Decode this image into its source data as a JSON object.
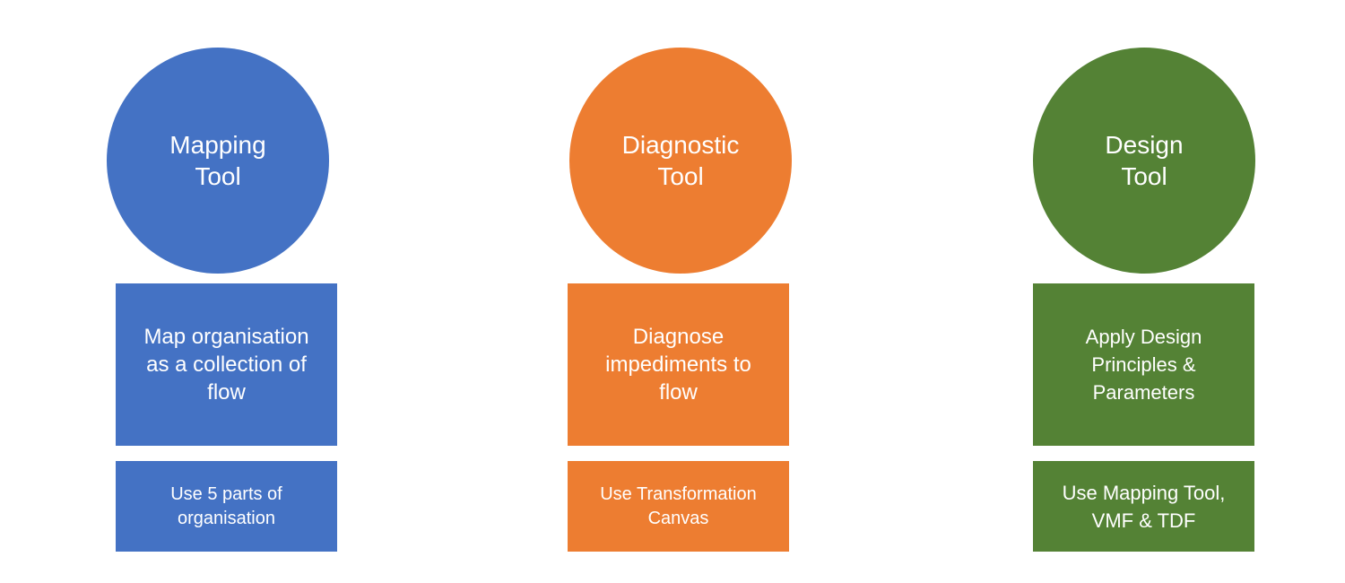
{
  "columns": [
    {
      "circle_lines": [
        "Mapping",
        "Tool"
      ],
      "middle_lines": [
        "Map organisation",
        "as a collection of",
        "flow"
      ],
      "bottom_lines": [
        "Use 5 parts of",
        "organisation"
      ],
      "color": "#4472c4"
    },
    {
      "circle_lines": [
        "Diagnostic",
        "Tool"
      ],
      "middle_lines": [
        "Diagnose",
        "impediments to",
        "flow"
      ],
      "bottom_lines": [
        "Use Transformation",
        "Canvas"
      ],
      "color": "#ed7d31"
    },
    {
      "circle_lines": [
        "Design",
        "Tool"
      ],
      "middle_lines": [
        "Apply Design",
        "Principles &",
        "Parameters"
      ],
      "bottom_lines": [
        "Use Mapping Tool,",
        "VMF & TDF"
      ],
      "color": "#548235"
    }
  ]
}
